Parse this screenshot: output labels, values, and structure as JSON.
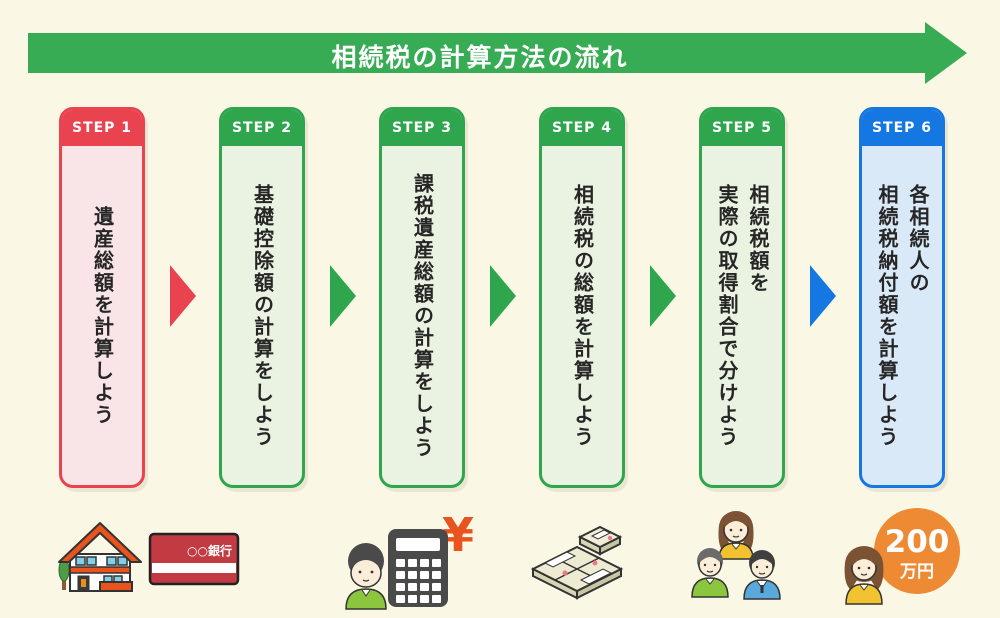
{
  "page": {
    "background_color": "#FAF7E5"
  },
  "banner": {
    "title": "相続税の計算方法の流れ",
    "color": "#38AC55"
  },
  "steps": [
    {
      "label": "STEP 1",
      "text": "遺産総額を計算しよう",
      "theme": "red"
    },
    {
      "label": "STEP 2",
      "text": "基礎控除額の計算をしよう",
      "theme": "green"
    },
    {
      "label": "STEP 3",
      "text": "課税遺産総額の計算をしよう",
      "theme": "green"
    },
    {
      "label": "STEP 4",
      "text": "相続税の総額を計算しよう",
      "theme": "green"
    },
    {
      "label": "STEP 5",
      "text": "相続税額を\n実際の取得割合で分けよう",
      "theme": "green"
    },
    {
      "label": "STEP 6",
      "text": "各相続人の\n相続税納付額を計算しよう",
      "theme": "blue"
    }
  ],
  "flow_arrows": [
    {
      "position": "between-step-1-2",
      "color": "#E9434F"
    },
    {
      "position": "between-step-2-3",
      "color": "#2FA64D"
    },
    {
      "position": "between-step-3-4",
      "color": "#2FA64D"
    },
    {
      "position": "between-step-4-5",
      "color": "#2FA64D"
    },
    {
      "position": "between-step-5-6",
      "color": "#1577E2"
    }
  ],
  "footer_icons": [
    {
      "name": "house-icon"
    },
    {
      "name": "bankbook-icon",
      "label": "○○銀行"
    },
    {
      "name": "person-calculator-icon",
      "yen": "¥"
    },
    {
      "name": "money-stack-icon"
    },
    {
      "name": "family-icon"
    },
    {
      "name": "woman-amount-icon",
      "amount": "200",
      "unit": "万円"
    }
  ],
  "colors": {
    "green": "#2FA64D",
    "red": "#E9434F",
    "blue": "#1577E2",
    "roof_orange": "#E8531E",
    "badge_orange": "#ED8A33",
    "bankbook_red": "#C23B43"
  }
}
